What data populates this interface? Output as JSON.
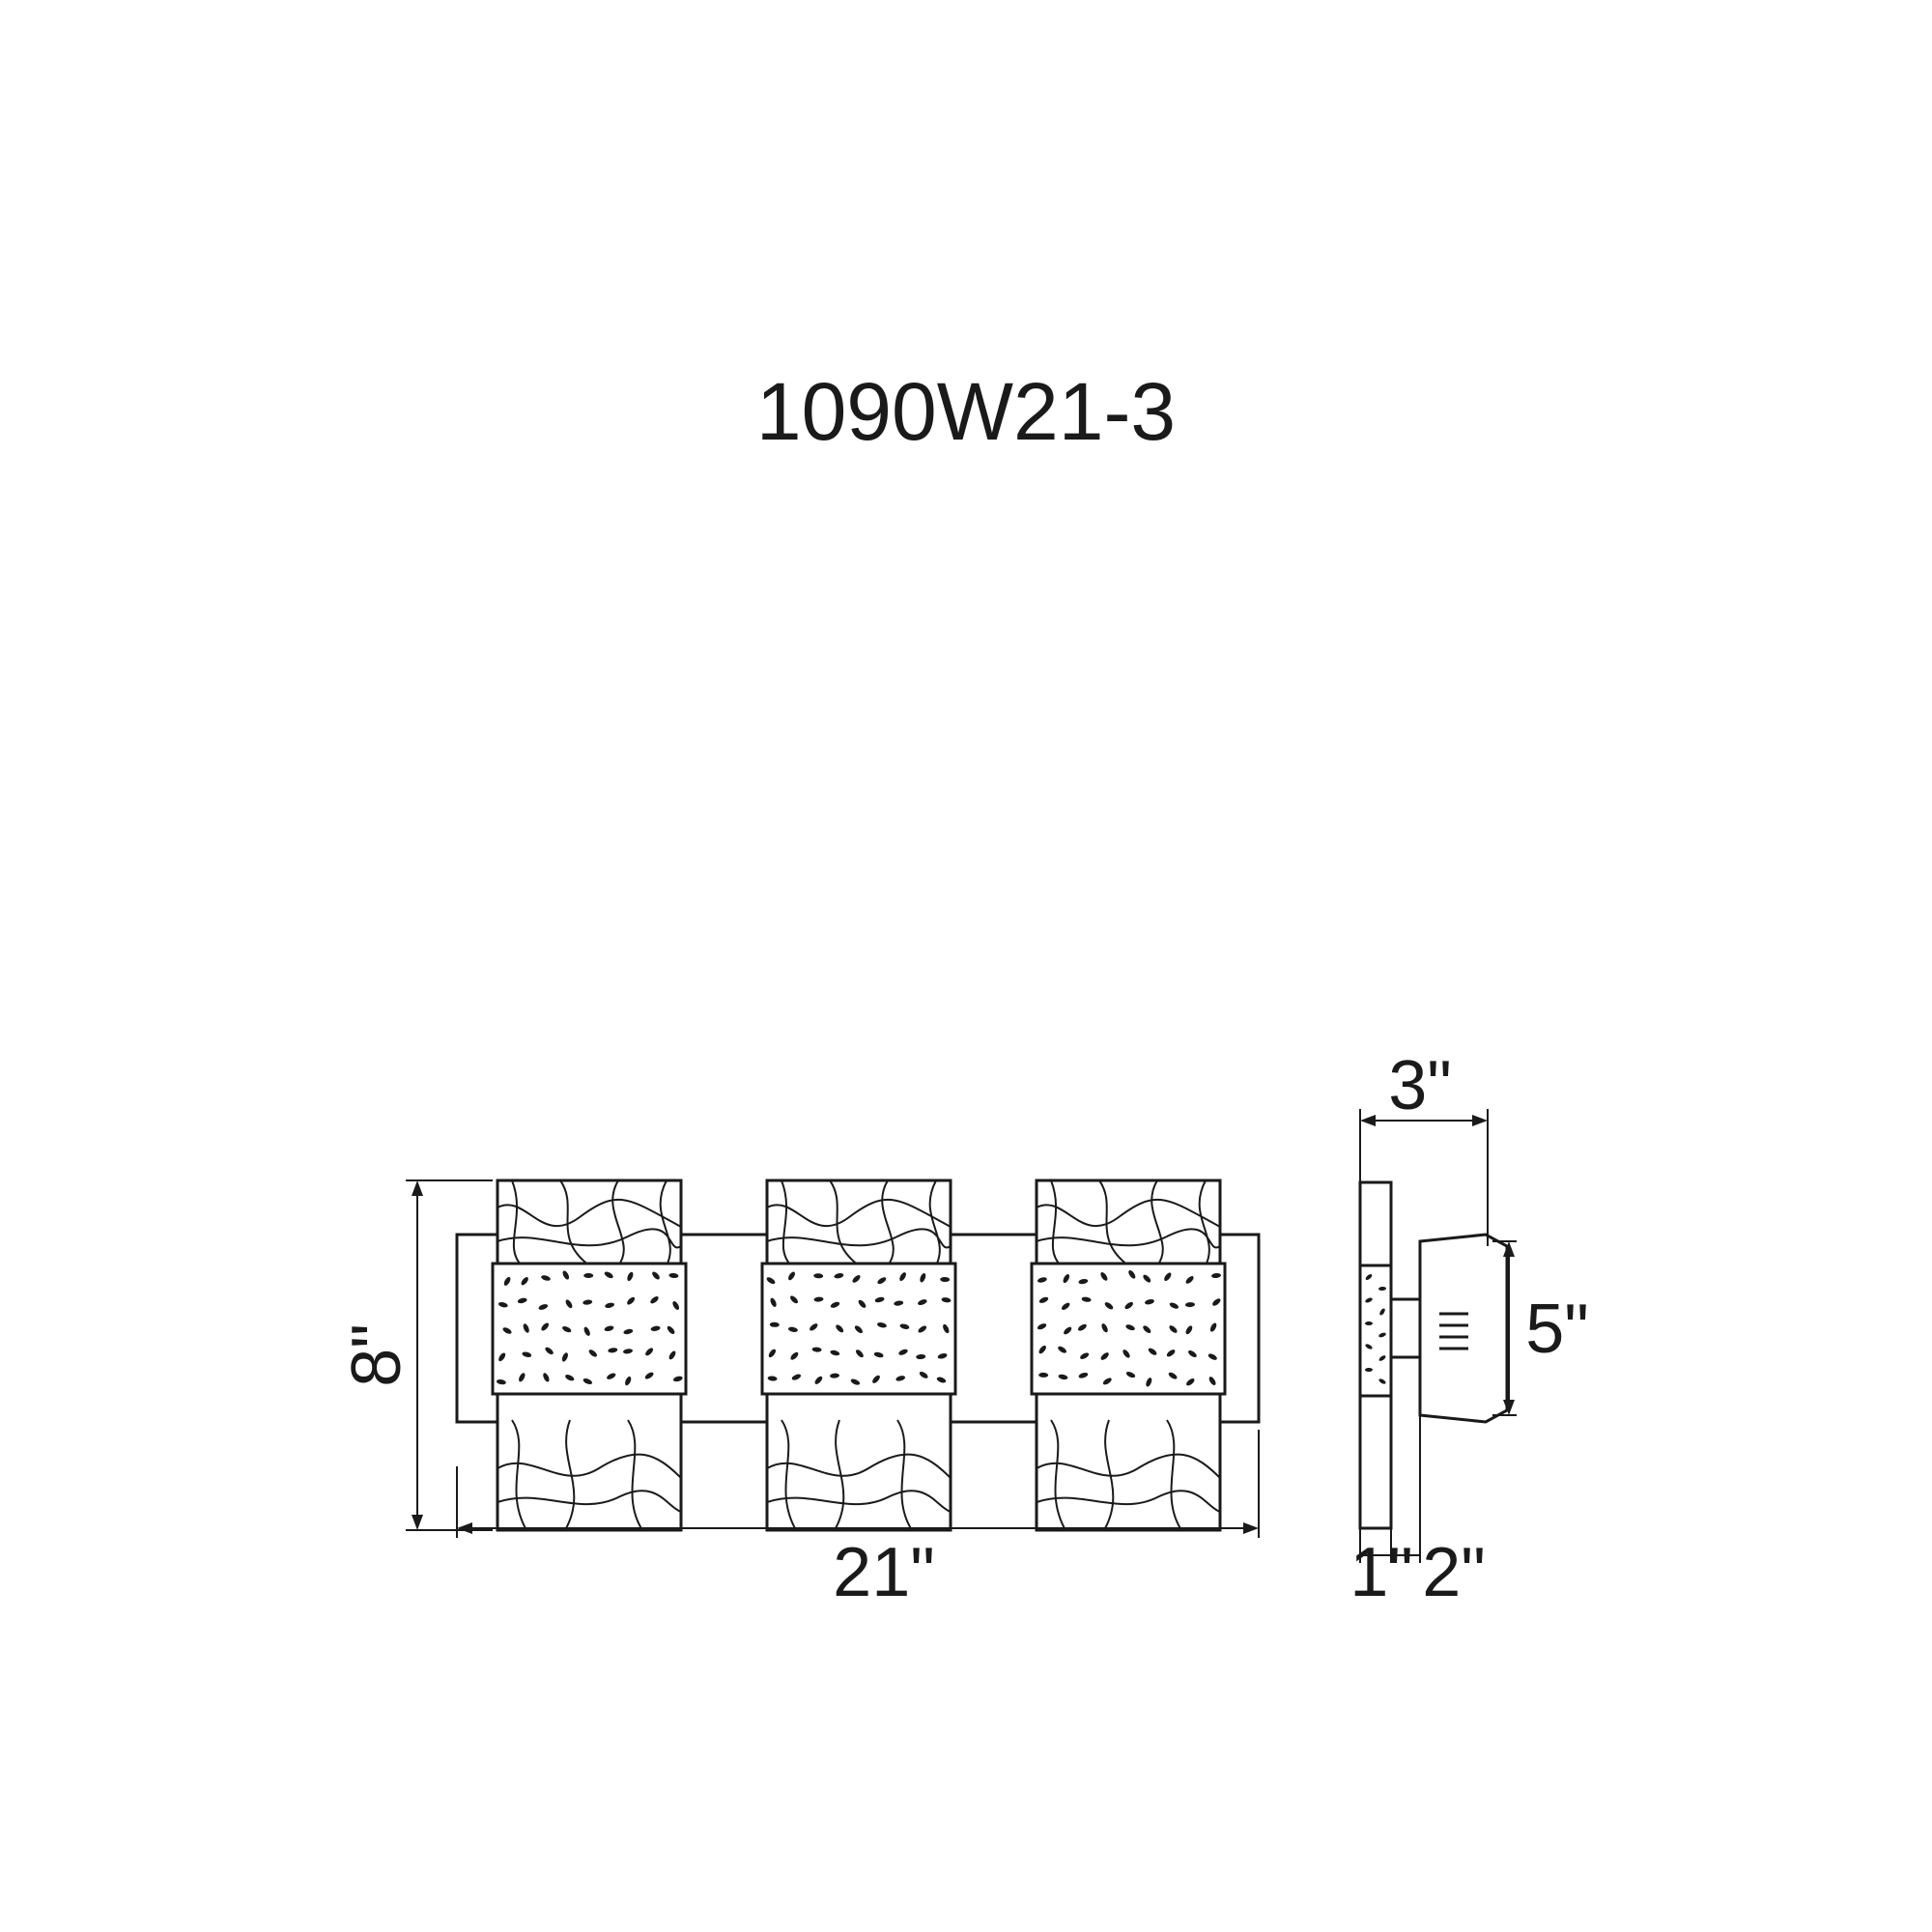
{
  "model_number": "1090W21-3",
  "dimensions": {
    "height": "8\"",
    "width": "21\"",
    "depth": "3\"",
    "backplate_height": "5\"",
    "shade_depth": "1\"",
    "extension": "2\""
  },
  "colors": {
    "line": "#1a1a1a",
    "background": "#ffffff"
  }
}
